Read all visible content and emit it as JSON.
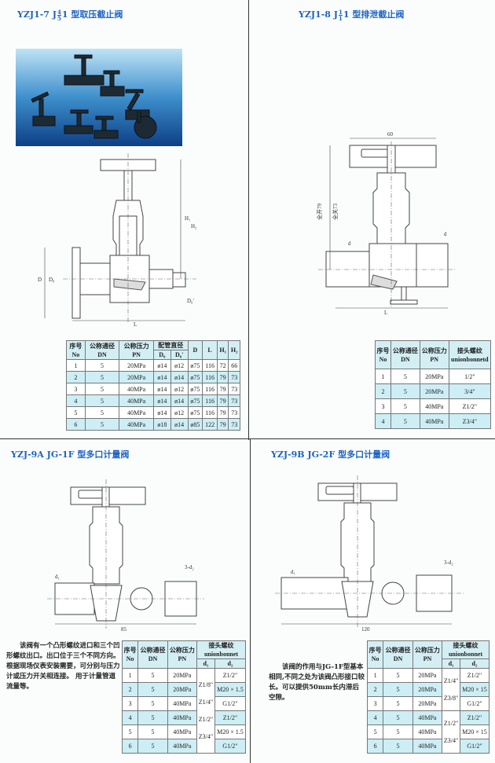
{
  "sections": [
    {
      "title_prefix": "YZJ1-7  J",
      "frac_top": "4",
      "frac_bottom": "5",
      "title_suffix": "1 型取压截止阀",
      "dims": {
        "H1": "H₁",
        "H2": "H₂",
        "D": "D",
        "D0": "D₀",
        "D0p": "D₀'",
        "L": "L"
      },
      "table": {
        "headers": {
          "no": "序号",
          "no_en": "No",
          "dn": "公称通径",
          "dn_en": "DN",
          "pn": "公称压力",
          "pn_en": "PN",
          "pipe": "配管直径",
          "d0": "D₀",
          "d0p": "D₀'",
          "D": "D",
          "L": "L",
          "H1": "H₁",
          "H2": "H₂"
        },
        "rows": [
          {
            "no": "1",
            "dn": "5",
            "pn": "20MPa",
            "d0": "ø14",
            "d0p": "ø12",
            "D": "ø75",
            "L": "116",
            "H1": "72",
            "H2": "66"
          },
          {
            "no": "2",
            "dn": "5",
            "pn": "20MPa",
            "d0": "ø14",
            "d0p": "ø14",
            "D": "ø75",
            "L": "116",
            "H1": "79",
            "H2": "73"
          },
          {
            "no": "3",
            "dn": "5",
            "pn": "40MPa",
            "d0": "ø14",
            "d0p": "ø12",
            "D": "ø75",
            "L": "116",
            "H1": "79",
            "H2": "73"
          },
          {
            "no": "4",
            "dn": "5",
            "pn": "40MPa",
            "d0": "ø14",
            "d0p": "ø14",
            "D": "ø75",
            "L": "116",
            "H1": "79",
            "H2": "73"
          },
          {
            "no": "5",
            "dn": "5",
            "pn": "40MPa",
            "d0": "ø14",
            "d0p": "ø12",
            "D": "ø75",
            "L": "116",
            "H1": "79",
            "H2": "73"
          },
          {
            "no": "6",
            "dn": "5",
            "pn": "40MPa",
            "d0": "ø18",
            "d0p": "ø14",
            "D": "ø85",
            "L": "122",
            "H1": "79",
            "H2": "73"
          }
        ]
      }
    },
    {
      "title_prefix": "YZJ1-8 J",
      "frac_top": "1",
      "frac_bottom": "1",
      "title_suffix": "1 型排泄截止阀",
      "dims": {
        "width": "60",
        "open": "全开79",
        "closed": "全关73",
        "d": "d",
        "L": "L"
      },
      "table": {
        "headers": {
          "no": "序号",
          "no_en": "No",
          "dn": "公称通径",
          "dn_en": "DN",
          "pn": "公称压力",
          "pn_en": "PN",
          "thread": "接头螺纹",
          "thread_en": "unionbonnetd"
        },
        "rows": [
          {
            "no": "1",
            "dn": "5",
            "pn": "20MPa",
            "thread": "1/2\""
          },
          {
            "no": "2",
            "dn": "5",
            "pn": "20MPa",
            "thread": "3/4\""
          },
          {
            "no": "3",
            "dn": "5",
            "pn": "40MPa",
            "thread": "Z1/2\""
          },
          {
            "no": "4",
            "dn": "5",
            "pn": "40MPa",
            "thread": "Z3/4\""
          }
        ]
      }
    },
    {
      "title": "YZJ-9A  JG-1F 型多口计量阀",
      "dims": {
        "d1": "d₁",
        "d2": "3-d₂",
        "L": "85"
      },
      "description": "该阀有一个凸形螺纹进口和三个凹形螺纹出口。出口位于三个不同方向。根据现场仪表安装需要，可分别与压力计或压力开关相连接。 用于计量管道流量等。",
      "table": {
        "headers": {
          "no": "序号",
          "no_en": "No",
          "dn": "公称通径",
          "dn_en": "DN",
          "pn": "公称压力",
          "pn_en": "PN",
          "thread": "接头螺纹",
          "thread_en": "unionbonnet",
          "d1": "d₁",
          "d2": "d₂"
        },
        "rows": [
          {
            "no": "1",
            "dn": "5",
            "pn": "20MPa",
            "d2": "Z1/2\""
          },
          {
            "no": "2",
            "dn": "5",
            "pn": "20MPa",
            "d2": "M20 × 1.5"
          },
          {
            "no": "3",
            "dn": "5",
            "pn": "40MPa",
            "d2": "G1/2\""
          },
          {
            "no": "4",
            "dn": "5",
            "pn": "40MPa",
            "d2": "Z1/2\""
          },
          {
            "no": "5",
            "dn": "5",
            "pn": "40MPa",
            "d2": "M20 × 1.5"
          },
          {
            "no": "6",
            "dn": "5",
            "pn": "40MPa",
            "d2": "G1/2\""
          }
        ],
        "d1_groups": [
          {
            "span": 6,
            "values": [
              "Z1/8\"",
              "Z1/4\"",
              "Z1/2\"",
              "Z3/4\""
            ]
          }
        ]
      }
    },
    {
      "title": "YZJ-9B  JG-2F 型多口计量阀",
      "dims": {
        "d1": "d₁",
        "d2": "3-d₂",
        "L": "120"
      },
      "description": "该阀的作用与JG-1F型基本相同,不同之处为该阀凸形接口较长。可以提供50mm长内滞后空隙。",
      "table": {
        "headers": {
          "no": "序号",
          "no_en": "No",
          "dn": "公称通径",
          "dn_en": "DN",
          "pn": "公称压力",
          "pn_en": "PN",
          "thread": "接头螺纹",
          "thread_en": "unionbonnet",
          "d1": "d₁",
          "d2": "d₂"
        },
        "rows": [
          {
            "no": "1",
            "dn": "5",
            "pn": "20MPa",
            "d2": "Z1/2\""
          },
          {
            "no": "2",
            "dn": "5",
            "pn": "20MPa",
            "d2": "M20 × 15"
          },
          {
            "no": "3",
            "dn": "5",
            "pn": "20MPa",
            "d2": "G1/2\""
          },
          {
            "no": "4",
            "dn": "5",
            "pn": "40MPa",
            "d2": "Z1/2\""
          },
          {
            "no": "5",
            "dn": "5",
            "pn": "40MPa",
            "d2": "M20 × 15"
          },
          {
            "no": "6",
            "dn": "5",
            "pn": "40MPa",
            "d2": "G1/2\""
          }
        ],
        "d1_groups": [
          {
            "span": 3,
            "values": [
              "Z1/4\"",
              "Z3/8\""
            ]
          },
          {
            "span": 3,
            "values": [
              "Z1/2\"",
              "Z3/4\""
            ]
          }
        ]
      }
    }
  ],
  "colors": {
    "title": "#1d63c4",
    "row_alt": "#cdeef5",
    "header": "#d3eff4"
  }
}
